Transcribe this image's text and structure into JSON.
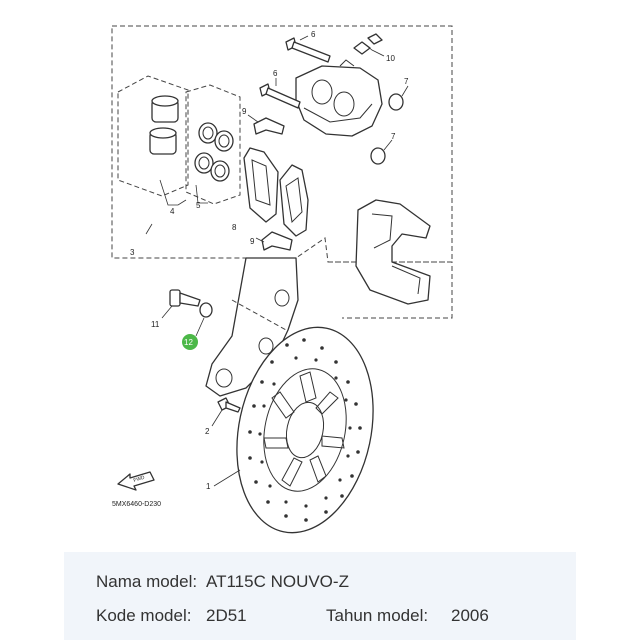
{
  "diagram": {
    "callouts": [
      "1",
      "2",
      "3",
      "4",
      "5",
      "6",
      "7",
      "8",
      "9",
      "10",
      "11",
      "12"
    ],
    "highlight_callout": "12",
    "highlight_color": "#4cb848",
    "fwd_label": "FWD",
    "code": "5MX6460-D230"
  },
  "info": {
    "model_name_label": "Nama model:",
    "model_name_value": "AT115C NOUVO-Z",
    "model_code_label": "Kode model:",
    "model_code_value": "2D51",
    "model_year_label": "Tahun model:",
    "model_year_value": "2006"
  }
}
